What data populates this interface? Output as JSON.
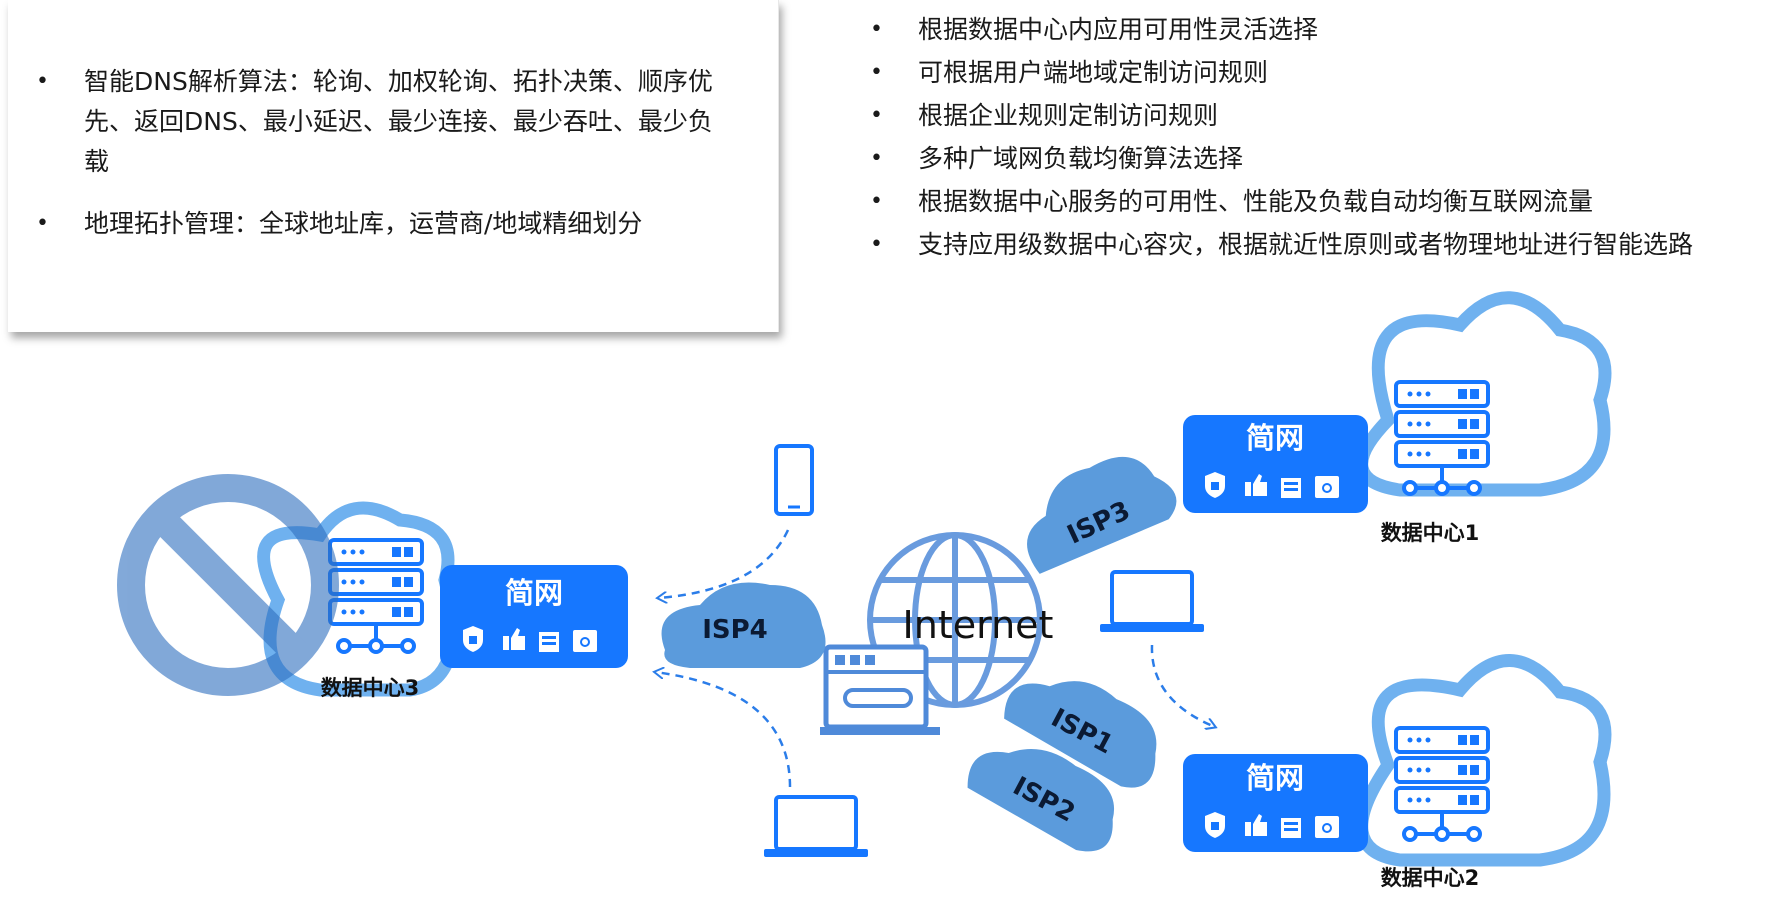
{
  "features": [
    "智能DNS解析算法：轮询、加权轮询、拓扑决策、顺序优先、返回DNS、最小延迟、最少连接、最少吞吐、最少负载",
    "地理拓扑管理：全球地址库，运营商/地域精细划分"
  ],
  "capabilities": [
    "根据数据中心内应用可用性灵活选择",
    "可根据用户端地域定制访问规则",
    "根据企业规则定制访问规则",
    "多种广域网负载均衡算法选择",
    "根据数据中心服务的可用性、性能及负载自动均衡互联网流量",
    "支持应用级数据中心容灾，根据就近性原则或者物理地址进行智能选路"
  ],
  "diagram": {
    "brand": "简网",
    "internet": "Internet",
    "datacenters": [
      "数据中心1",
      "数据中心2",
      "数据中心3"
    ],
    "isps": [
      "ISP1",
      "ISP2",
      "ISP3",
      "ISP4"
    ],
    "colors": {
      "cloud": "#5aa2e8",
      "cloud_dark": "#4a90d9",
      "card": "#1677ff",
      "line": "#2b7de9",
      "block": "#4f8ad9"
    }
  }
}
